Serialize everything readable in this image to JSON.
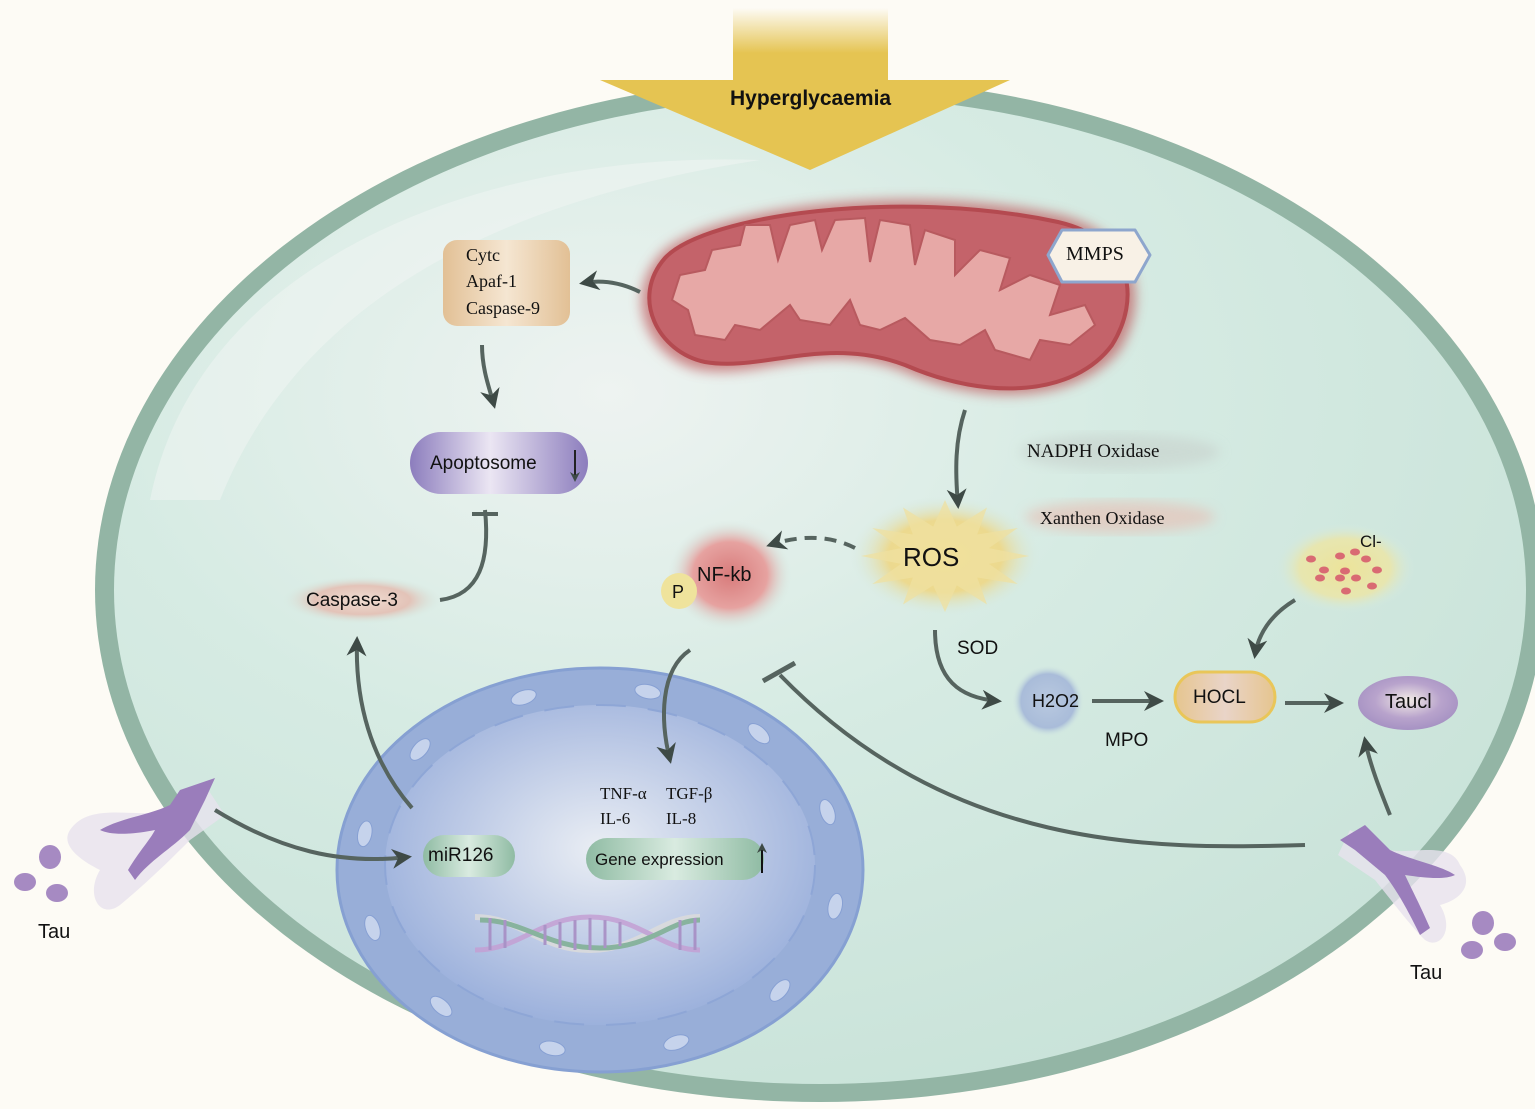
{
  "title": "Hyperglycaemia-induced cellular damage and taurine protection pathway",
  "stimulus": {
    "label": "Hyperglycaemia"
  },
  "mitochondrion": {
    "badge": "MMPS"
  },
  "cytochrome_box": {
    "lines": [
      "Cytc",
      "Apaf-1",
      "Caspase-9"
    ]
  },
  "apoptosome": {
    "label": "Apoptosome",
    "trend": "↓"
  },
  "caspase3": {
    "label": "Caspase-3"
  },
  "enzymes": {
    "nadph": "NADPH Oxidase",
    "xanthen": "Xanthen Oxidase"
  },
  "ros": {
    "label": "ROS"
  },
  "nfkb": {
    "label": "NF-kb",
    "phospho": "P"
  },
  "chloride": {
    "label": "Cl-"
  },
  "sod": {
    "label": "SOD"
  },
  "h2o2": {
    "label": "H2O2"
  },
  "mpo": {
    "label": "MPO"
  },
  "hocl": {
    "label": "HOCL"
  },
  "taucl": {
    "label": "Taucl"
  },
  "nucleus": {
    "mir": "miR126",
    "cytokines": [
      "TNF-α",
      "TGF-β",
      "IL-6",
      "IL-8"
    ],
    "gene_expression": "Gene expression",
    "gene_trend": "↑"
  },
  "tau_left": {
    "label": "Tau"
  },
  "tau_right": {
    "label": "Tau"
  },
  "colors": {
    "background": "#fdfbf5",
    "membrane": "#93b5a5",
    "cytoplasm": "#d4eae2",
    "arrow_yellow": "#e5c452",
    "mito_outer": "#c0585c",
    "mito_inner": "#e8a5a2",
    "nucleus": "#98aed8",
    "receptor": "#9a7dbb",
    "arrow": "#4c5a55"
  }
}
